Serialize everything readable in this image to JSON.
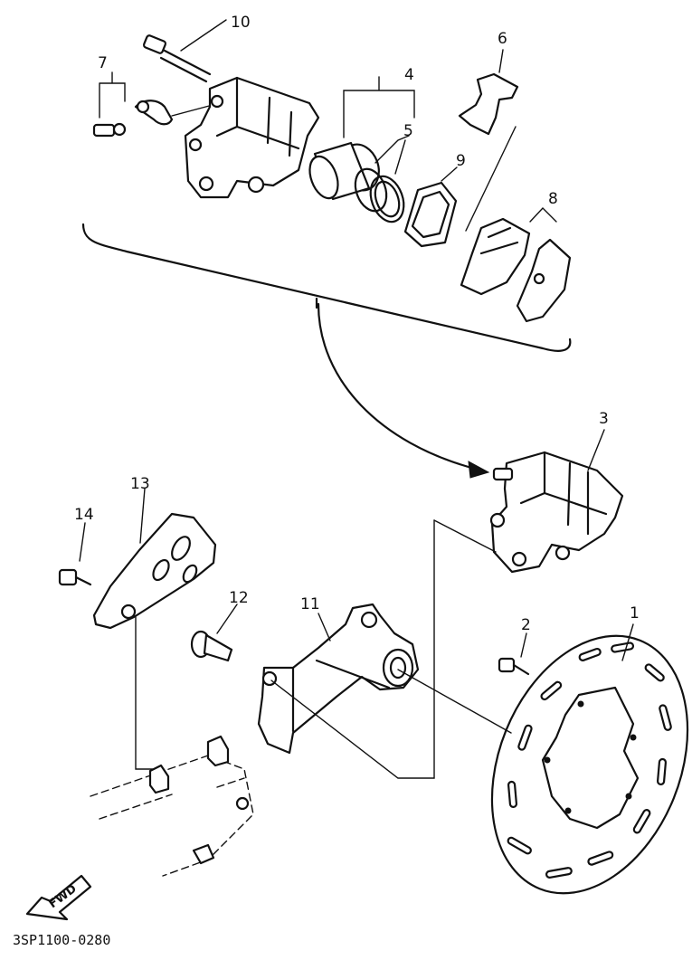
{
  "diagram": {
    "drawing_code": "3SP1100-0280",
    "fwd_label": "FWD",
    "callouts": [
      {
        "id": "1",
        "part": "brake-disc"
      },
      {
        "id": "2",
        "part": "disc-bolt"
      },
      {
        "id": "3",
        "part": "caliper-assembly"
      },
      {
        "id": "4",
        "part": "piston"
      },
      {
        "id": "5",
        "part": "piston-seal-kit"
      },
      {
        "id": "6",
        "part": "pad-spring"
      },
      {
        "id": "7",
        "part": "bleed-screw-set"
      },
      {
        "id": "8",
        "part": "brake-pad-kit"
      },
      {
        "id": "9",
        "part": "caliper-seal"
      },
      {
        "id": "10",
        "part": "pad-pin"
      },
      {
        "id": "11",
        "part": "caliper-bracket"
      },
      {
        "id": "12",
        "part": "bracket-bolt"
      },
      {
        "id": "13",
        "part": "disc-guard"
      },
      {
        "id": "14",
        "part": "guard-bolt"
      }
    ]
  }
}
